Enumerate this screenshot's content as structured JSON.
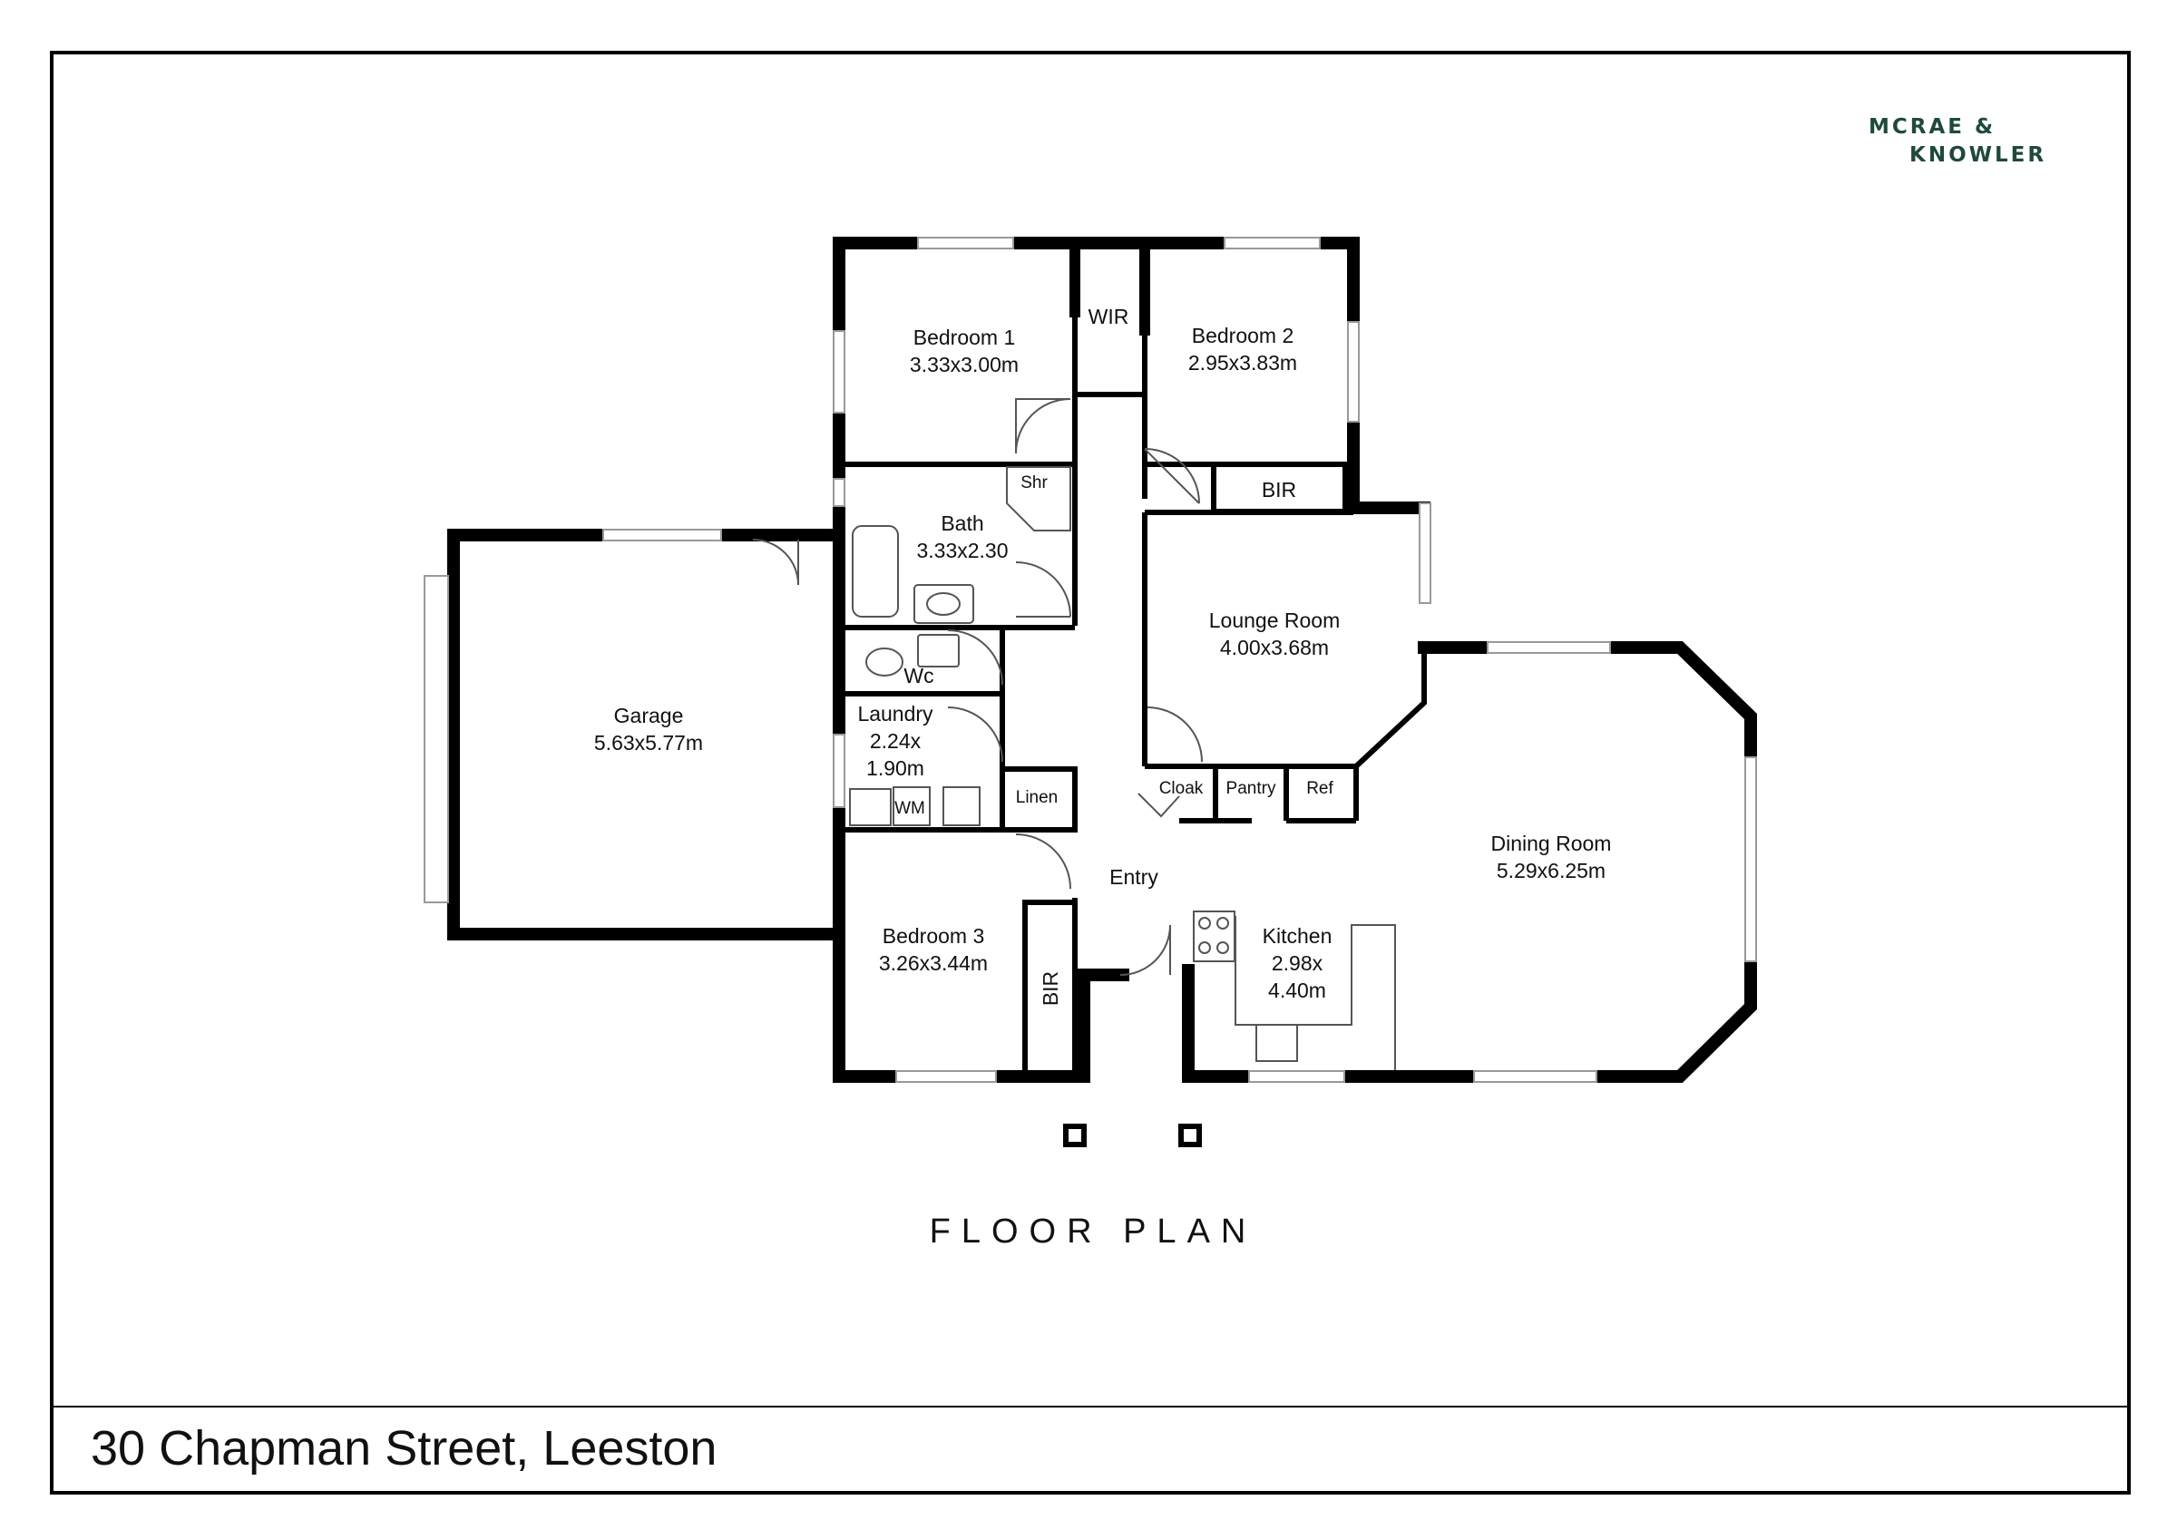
{
  "brand": {
    "line1": "MCRAE &",
    "line2": "KNOWLER",
    "color": "#1f4a3b"
  },
  "plan_title": "FLOOR PLAN",
  "address": "30 Chapman Street, Leeston",
  "rooms": {
    "bedroom1": {
      "name": "Bedroom 1",
      "size": "3.33x3.00m"
    },
    "wir": {
      "name": "WIR"
    },
    "bedroom2": {
      "name": "Bedroom 2",
      "size": "2.95x3.83m"
    },
    "bir_bed2": {
      "name": "BIR"
    },
    "bath": {
      "name": "Bath",
      "size": "3.33x2.30"
    },
    "shr": {
      "name": "Shr"
    },
    "garage": {
      "name": "Garage",
      "size": "5.63x5.77m"
    },
    "lounge": {
      "name": "Lounge Room",
      "size": "4.00x3.68m"
    },
    "wc": {
      "name": "Wc"
    },
    "laundry": {
      "name": "Laundry",
      "size_a": "2.24x",
      "size_b": "1.90m"
    },
    "wm": {
      "name": "WM"
    },
    "linen": {
      "name": "Linen"
    },
    "cloak": {
      "name": "Cloak"
    },
    "pantry": {
      "name": "Pantry"
    },
    "ref": {
      "name": "Ref"
    },
    "dining": {
      "name": "Dining Room",
      "size": "5.29x6.25m"
    },
    "entry": {
      "name": "Entry"
    },
    "kitchen": {
      "name": "Kitchen",
      "size_a": "2.98x",
      "size_b": "4.40m"
    },
    "bedroom3": {
      "name": "Bedroom 3",
      "size": "3.26x3.44m"
    },
    "bir_bed3": {
      "name": "BIR"
    }
  }
}
